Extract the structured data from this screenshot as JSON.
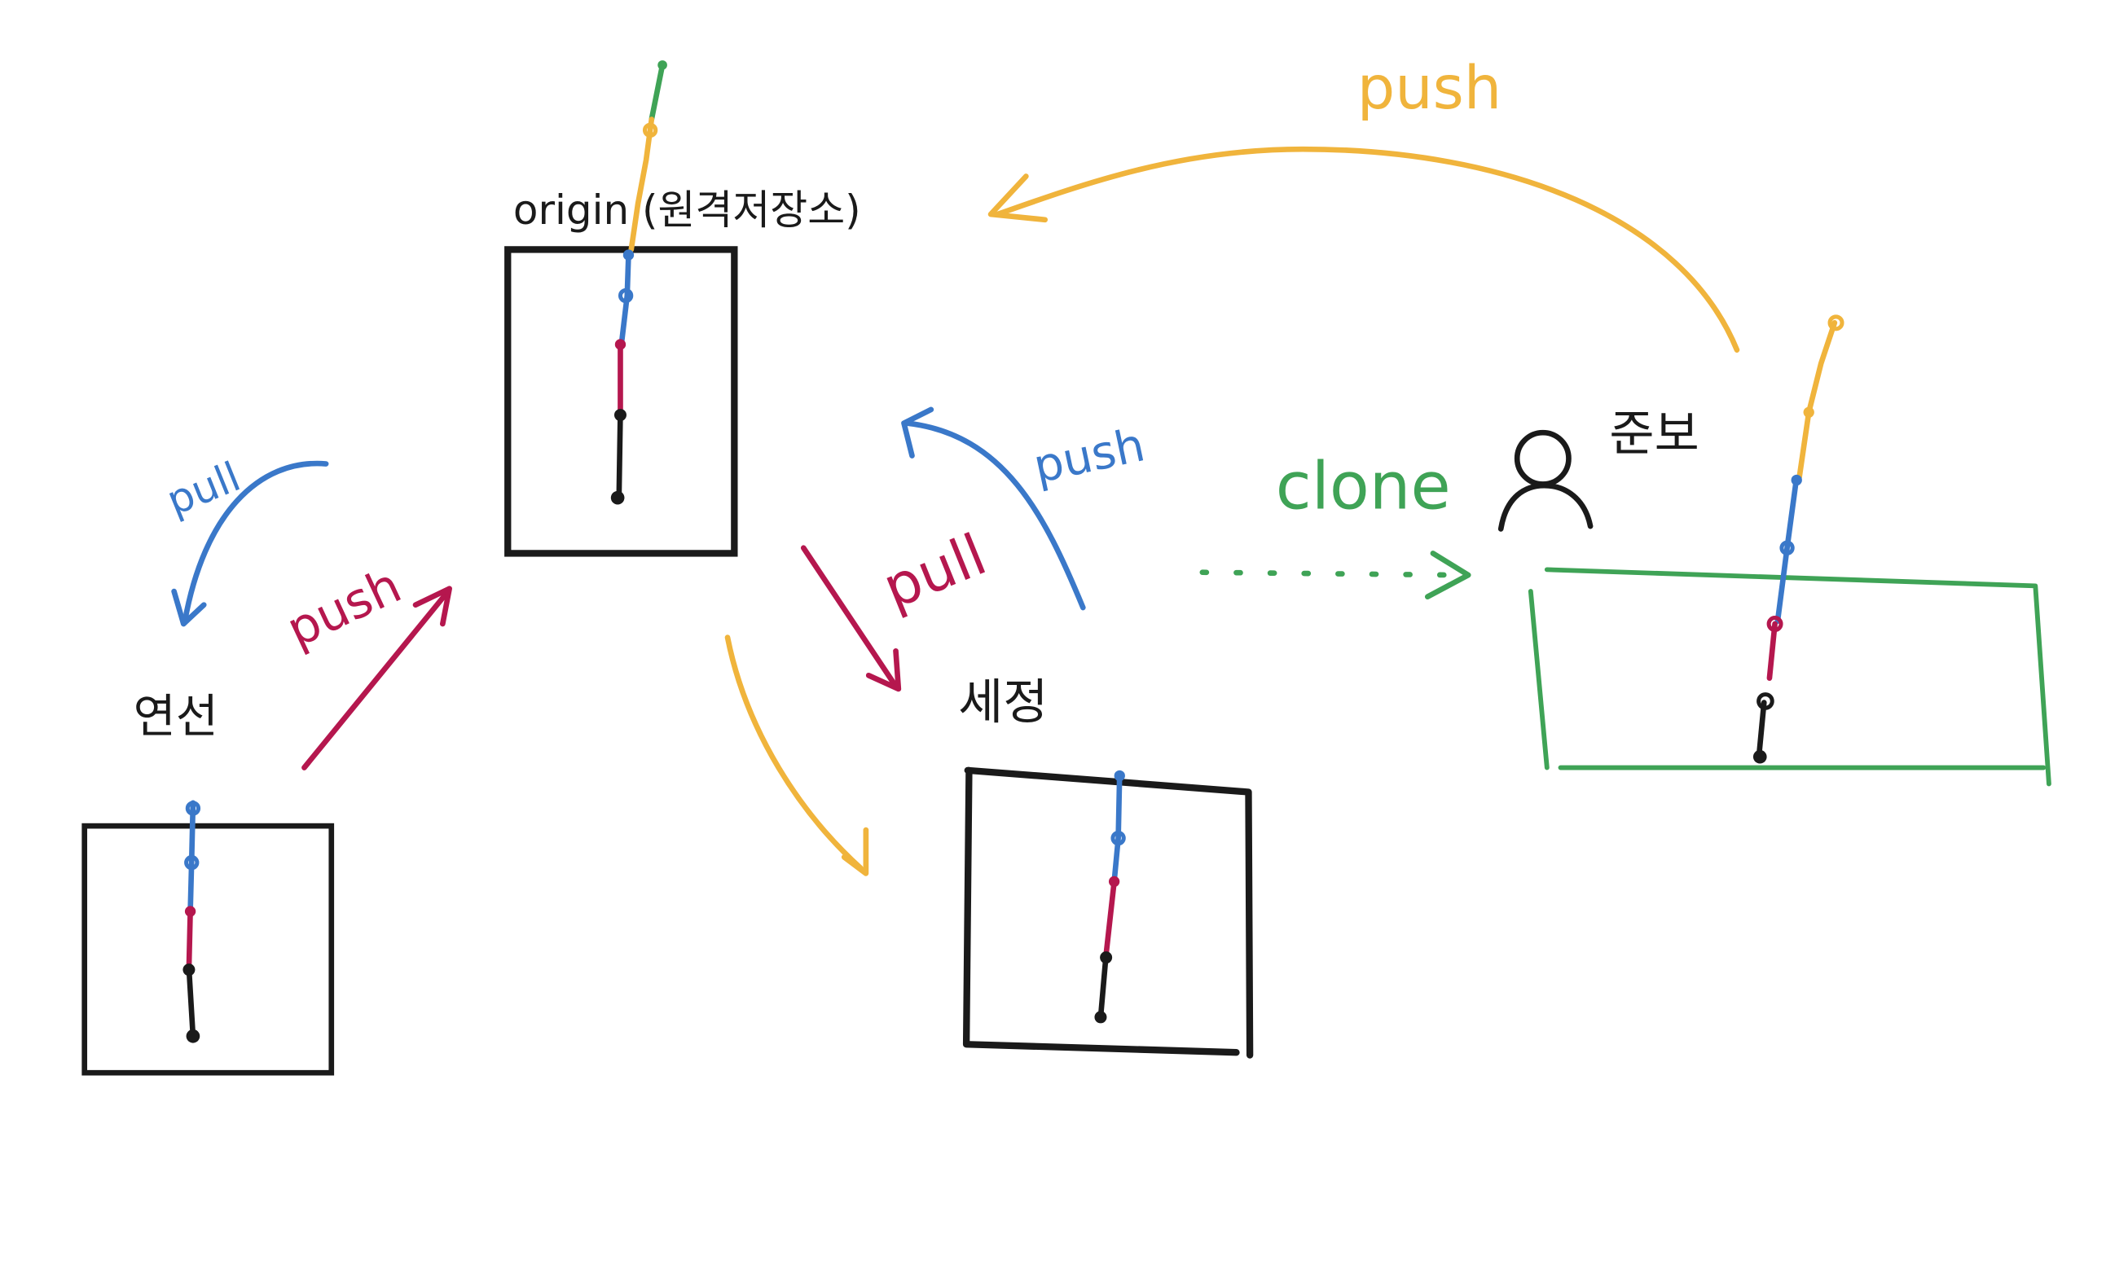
{
  "colors": {
    "black": "#1a1a1a",
    "blue": "#3a78c9",
    "red": "#b5174e",
    "yellow": "#f0b43c",
    "green": "#3fa356"
  },
  "labels": {
    "origin": "origin (원격저장소)",
    "yeonseon": "연선",
    "sejeong": "세정",
    "junbo": "준보",
    "clone": "clone",
    "push_yellow": "push",
    "push_blue": "push",
    "pull_red": "pull",
    "pull_blue": "pull",
    "push_red": "push"
  },
  "icons": {
    "person": "person-icon"
  }
}
